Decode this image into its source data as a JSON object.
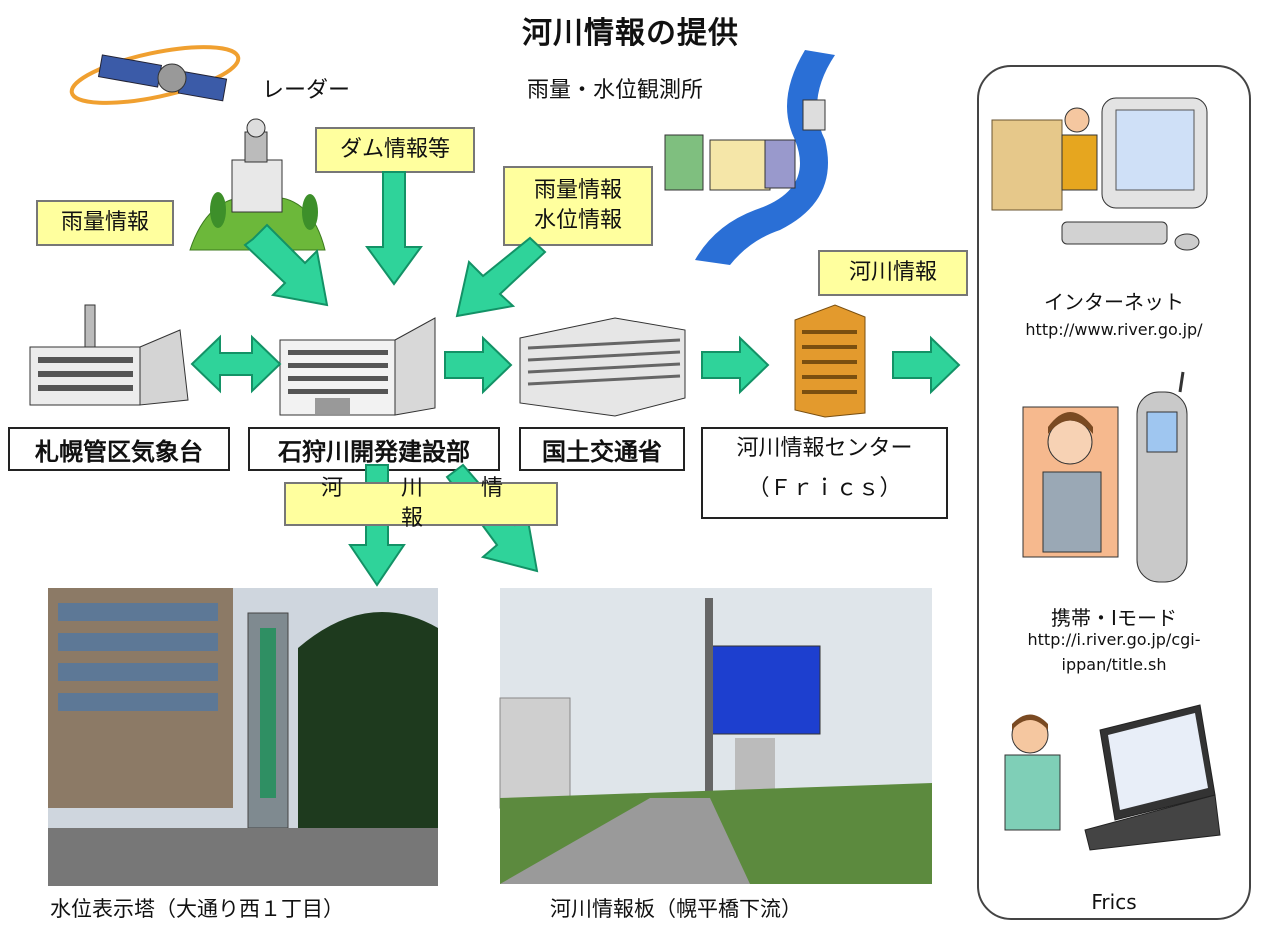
{
  "title": "河川情報の提供",
  "labels": {
    "radar": "レーダー",
    "gauge_station": "雨量・水位観測所"
  },
  "info_boxes": {
    "rainfall_info": "雨量情報",
    "dam_info": "ダム情報等",
    "rain_water_info_1": "雨量情報",
    "rain_water_info_2": "水位情報",
    "river_info_right": "河川情報",
    "river_info_bottom": "河　川　情　報"
  },
  "nodes": {
    "weather_office": "札幌管区気象台",
    "ishikari_dept": "石狩川開発建設部",
    "mlit": "国土交通省",
    "frics_center_line1": "河川情報センター",
    "frics_center_line2": "（Ｆｒｉｃｓ）"
  },
  "photos": {
    "water_tower": "水位表示塔（大通り西１丁目）",
    "river_board": "河川情報板（幌平橋下流）"
  },
  "channels": {
    "internet_label": "インターネット",
    "internet_url": "http://www.river.go.jp/",
    "mobile_label": "携帯・Iモード",
    "mobile_url_1": "http://i.river.go.jp/cgi-",
    "mobile_url_2": "ippan/title.sh",
    "frics_label": "Frics"
  },
  "colors": {
    "arrow_fill": "#2fd39a",
    "arrow_stroke": "#139266",
    "box_yellow": "#ffff9e"
  }
}
